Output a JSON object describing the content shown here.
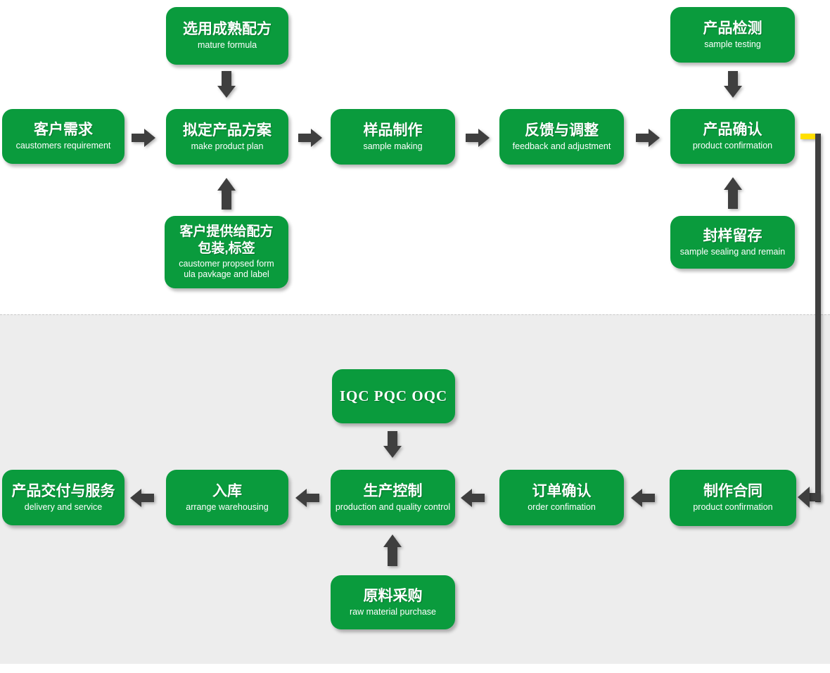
{
  "colors": {
    "box_green": "#0a9b3d",
    "arrow_dark": "#3f3f3f",
    "connector_yellow": "#ffdf00",
    "section_gray": "#ededed",
    "divider_gray": "#c9c9c9"
  },
  "nodes": {
    "mature_formula": {
      "title": "选用成熟配方",
      "subtitle": "mature formula"
    },
    "sample_testing": {
      "title": "产品检测",
      "subtitle": "sample testing"
    },
    "customer_requirement": {
      "title": "客户需求",
      "subtitle": "caustomers requirement"
    },
    "make_product_plan": {
      "title": "拟定产品方案",
      "subtitle": "make product plan"
    },
    "sample_making": {
      "title": "样品制作",
      "subtitle": "sample making"
    },
    "feedback_adjustment": {
      "title": "反馈与调整",
      "subtitle": "feedback and adjustment"
    },
    "product_confirmation": {
      "title": "产品确认",
      "subtitle": "product confirmation"
    },
    "customer_formula": {
      "title_line1": "客户提供给配方",
      "title_line2": "包装,标签",
      "subtitle_line1": "caustomer propsed form",
      "subtitle_line2": "ula pavkage and label"
    },
    "sample_sealing": {
      "title": "封样留存",
      "subtitle": "sample sealing and remain"
    },
    "iqc": {
      "title": "IQC PQC OQC"
    },
    "delivery_service": {
      "title": "产品交付与服务",
      "subtitle": "delivery and service"
    },
    "warehousing": {
      "title": "入库",
      "subtitle": "arrange warehousing"
    },
    "production_control": {
      "title": "生产控制",
      "subtitle": "production and quality control"
    },
    "order_confirmation": {
      "title": "订单确认",
      "subtitle": "order confimation"
    },
    "make_contract": {
      "title": "制作合同",
      "subtitle": "product confirmation"
    },
    "raw_material": {
      "title": "原料采购",
      "subtitle": "raw material purchase"
    }
  }
}
